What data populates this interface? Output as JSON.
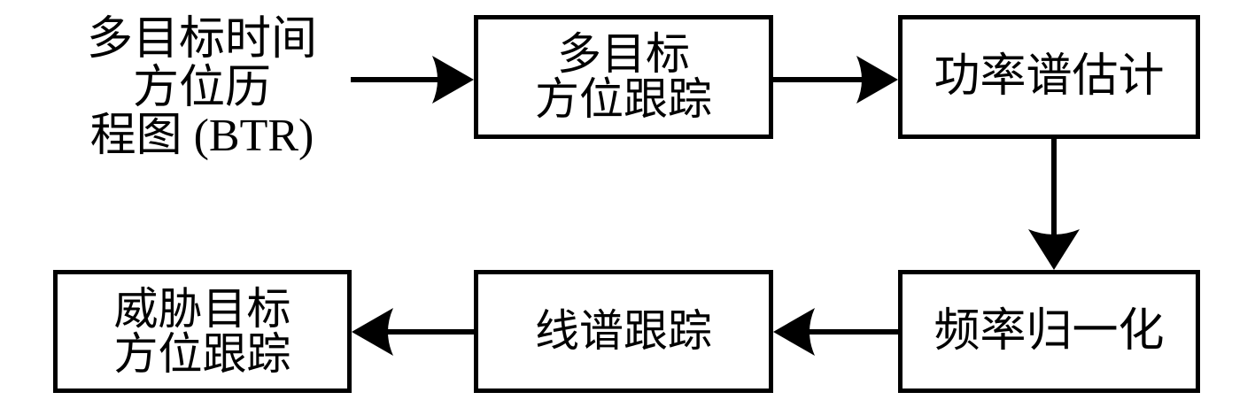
{
  "diagram": {
    "title": "",
    "type": "flowchart",
    "orientation": "serpentine-two-row",
    "stroke_color": "#000000",
    "background_color": "#ffffff",
    "nodes": [
      {
        "id": "btr-input",
        "shape": "plain-text",
        "lines": [
          "多目标时间",
          "方位历",
          "程图 (BTR)"
        ],
        "full_text": "多目标时间方位历程图 (BTR)"
      },
      {
        "id": "multi-target-bearing-tracking",
        "shape": "rectangle",
        "lines": [
          "多目标",
          "方位跟踪"
        ],
        "full_text": "多目标方位跟踪"
      },
      {
        "id": "power-spectrum-estimation",
        "shape": "rectangle",
        "lines": [
          "功率谱估计"
        ],
        "full_text": "功率谱估计"
      },
      {
        "id": "frequency-normalization",
        "shape": "rectangle",
        "lines": [
          "频率归一化"
        ],
        "full_text": "频率归一化"
      },
      {
        "id": "line-spectrum-tracking",
        "shape": "rectangle",
        "lines": [
          "线谱跟踪"
        ],
        "full_text": "线谱跟踪"
      },
      {
        "id": "threat-target-bearing-tracking",
        "shape": "rectangle",
        "lines": [
          "威胁目标",
          "方位跟踪"
        ],
        "full_text": "威胁目标方位跟踪"
      }
    ],
    "edges": [
      {
        "id": "edge-1",
        "from": "btr-input",
        "to": "multi-target-bearing-tracking",
        "direction": "right"
      },
      {
        "id": "edge-2",
        "from": "multi-target-bearing-tracking",
        "to": "power-spectrum-estimation",
        "direction": "right"
      },
      {
        "id": "edge-3",
        "from": "power-spectrum-estimation",
        "to": "frequency-normalization",
        "direction": "down"
      },
      {
        "id": "edge-4",
        "from": "frequency-normalization",
        "to": "line-spectrum-tracking",
        "direction": "left"
      },
      {
        "id": "edge-5",
        "from": "line-spectrum-tracking",
        "to": "threat-target-bearing-tracking",
        "direction": "left"
      }
    ]
  }
}
